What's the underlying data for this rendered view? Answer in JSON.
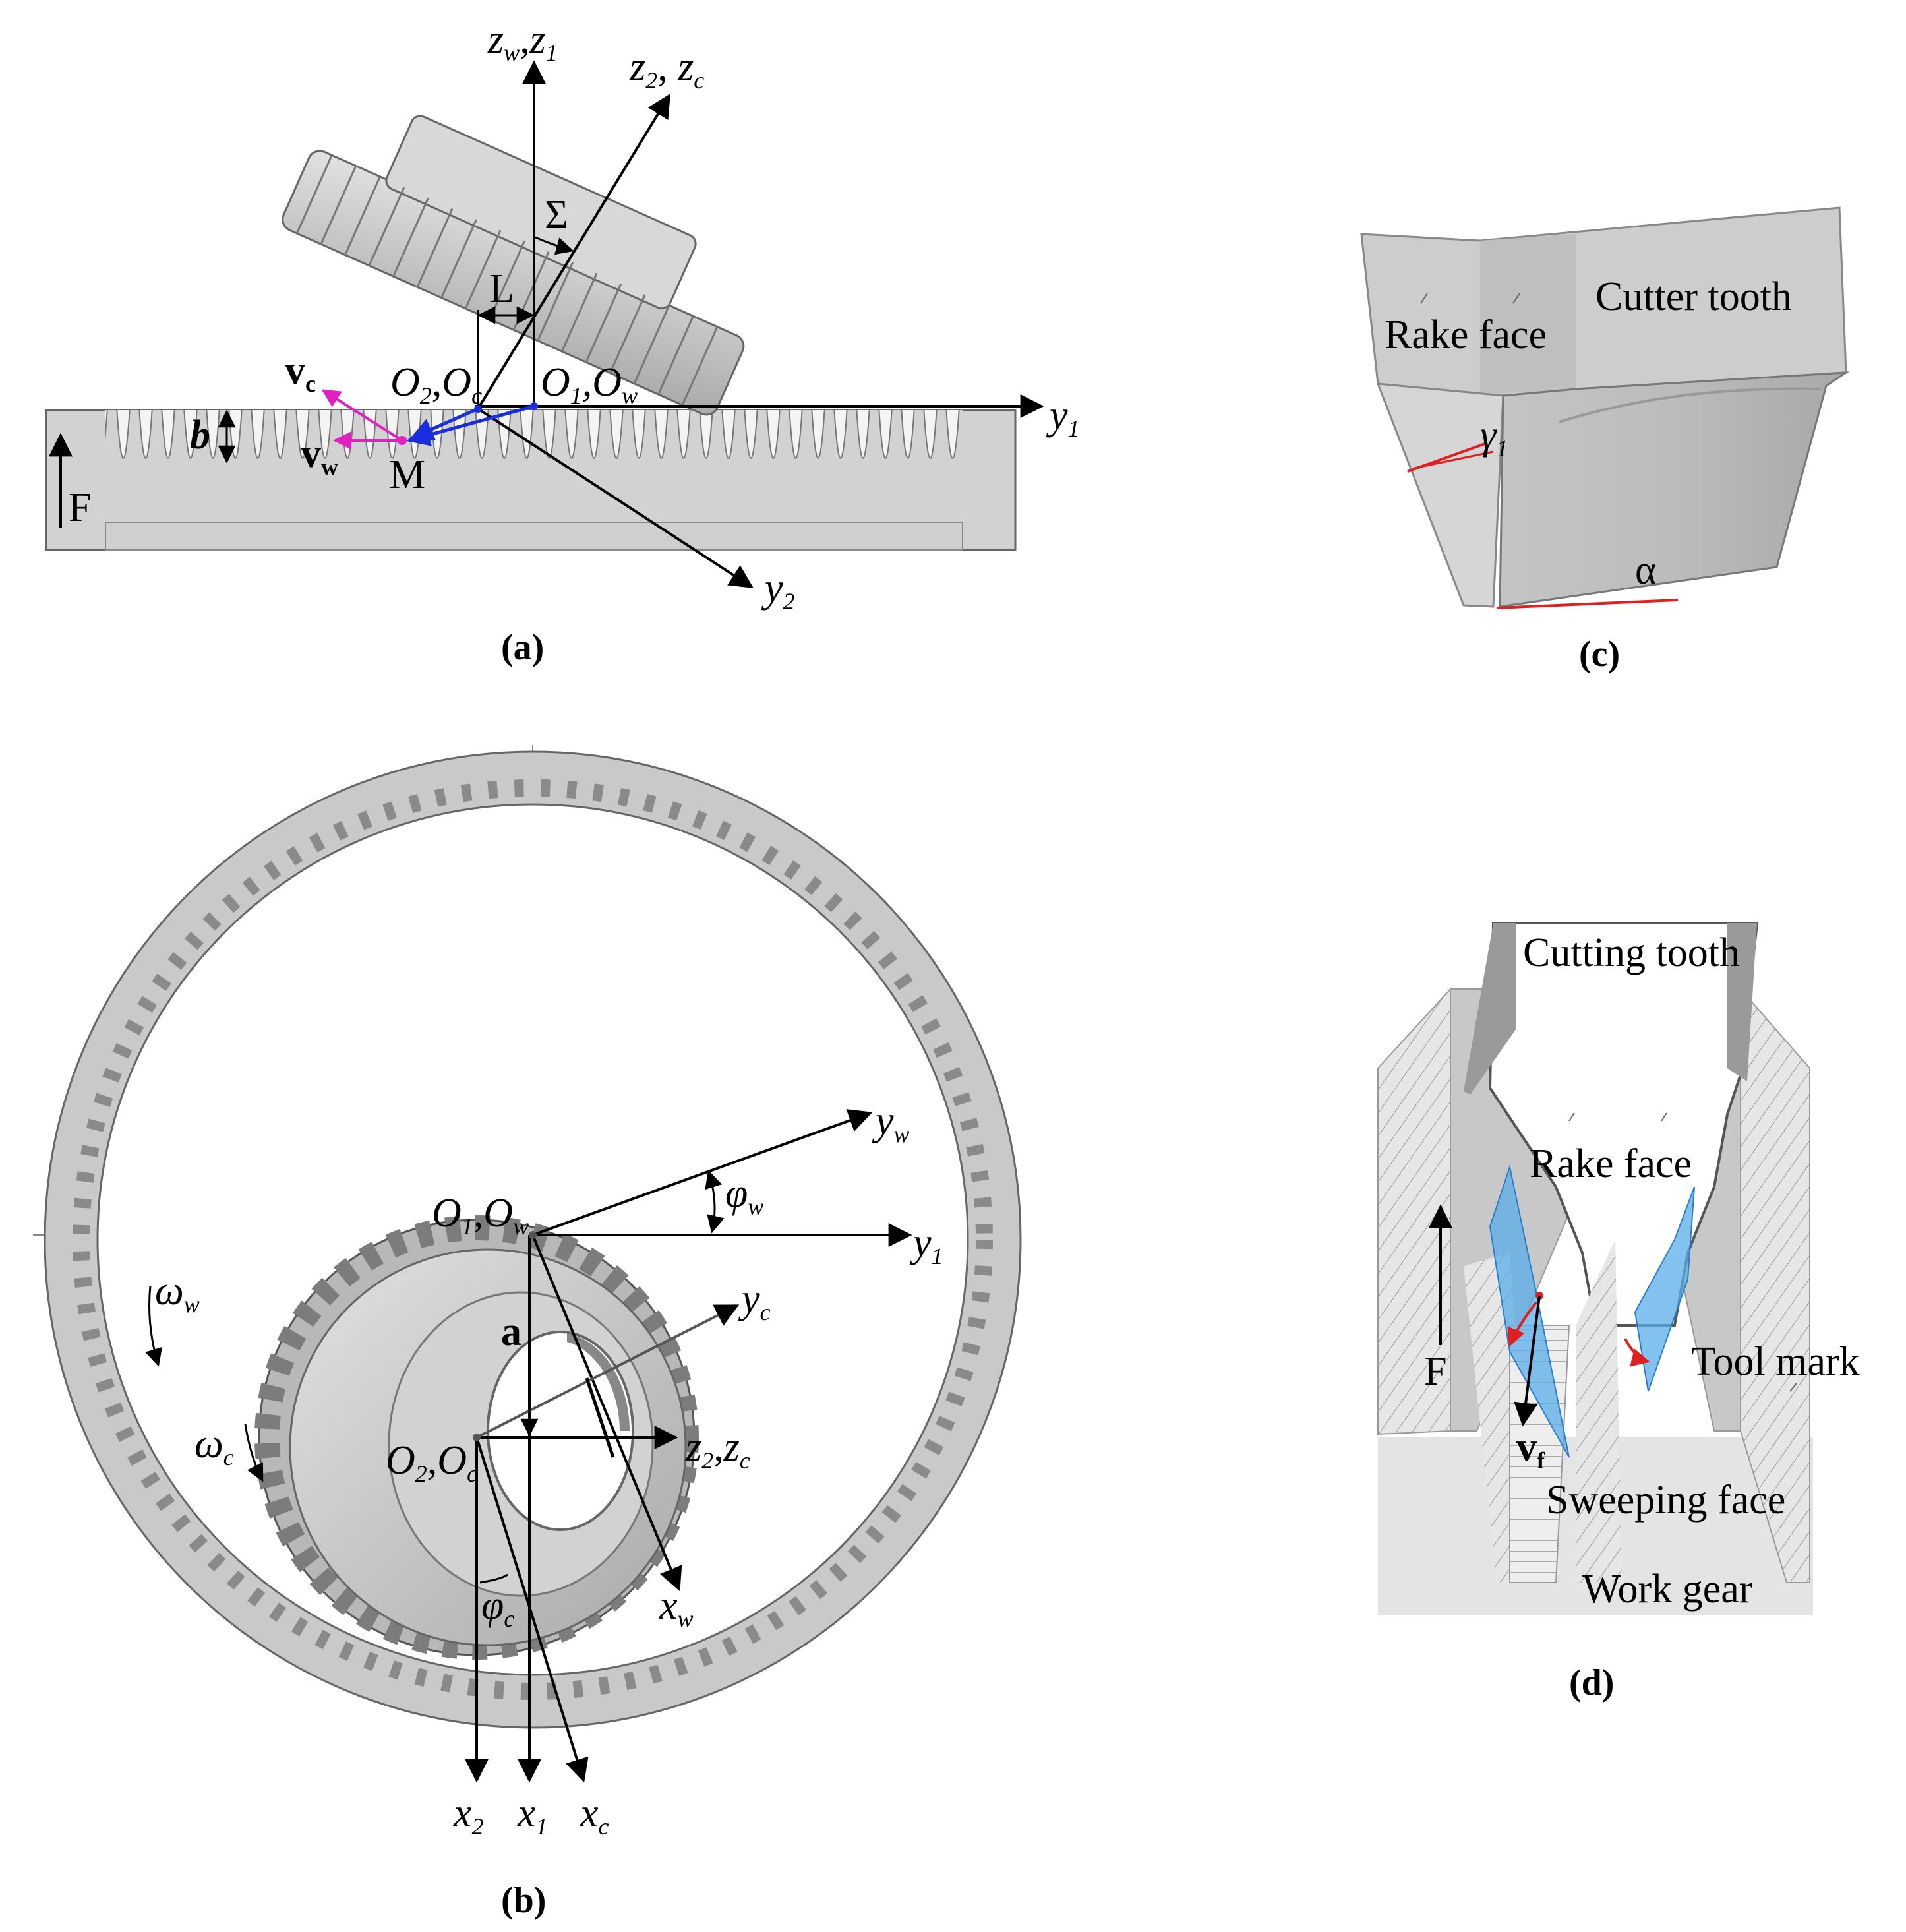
{
  "panel_a": {
    "caption": "(a)",
    "z_top_main": "z",
    "z_top_sub": "w",
    "z_top_main2": "z",
    "z_top_sub2": "1",
    "z2_main": "z",
    "z2_sub": "2",
    "zc_main": "z",
    "zc_sub": "c",
    "sigma": "Σ",
    "L": "L",
    "o2_main": "O",
    "o2_sub": "2",
    "oc_main": "O",
    "oc_sub": "c",
    "o1_main": "O",
    "o1_sub": "1",
    "ow_main": "O",
    "ow_sub": "w",
    "vc_main": "v",
    "vc_sub": "c",
    "vw_main": "v",
    "vw_sub": "w",
    "b": "b",
    "M": "M",
    "F": "F",
    "y1_main": "y",
    "y1_sub": "1",
    "y2_main": "y",
    "y2_sub": "2"
  },
  "panel_b": {
    "caption": "(b)",
    "yw_main": "y",
    "yw_sub": "w",
    "phiw_main": "φ",
    "phiw_sub": "w",
    "o1_main": "O",
    "o1_sub": "1",
    "ow_main": "O",
    "ow_sub": "w",
    "y1_main": "y",
    "y1_sub": "1",
    "omegaw_main": "ω",
    "omegaw_sub": "w",
    "yc_main": "y",
    "yc_sub": "c",
    "a": "a",
    "omegac_main": "ω",
    "omegac_sub": "c",
    "o2_main": "O",
    "o2_sub": "2",
    "oc_main": "O",
    "oc_sub": "c",
    "z2_main": "z",
    "z2_sub": "2",
    "zc_main": "z",
    "zc_sub": "c",
    "xw_main": "x",
    "xw_sub": "w",
    "phic_main": "φ",
    "phic_sub": "c",
    "x2_main": "x",
    "x2_sub": "2",
    "x1_main": "x",
    "x1_sub": "1",
    "xc_main": "x",
    "xc_sub": "c"
  },
  "panel_c": {
    "caption": "(c)",
    "rake_face": "Rake face",
    "cutter_tooth": "Cutter tooth",
    "gamma_main": "γ",
    "gamma_sub": "1",
    "alpha": "α"
  },
  "panel_d": {
    "caption": "(d)",
    "cutting_tooth": "Cutting tooth",
    "rake_face": "Rake face",
    "F": "F",
    "tool_mark": "Tool mark",
    "vf_main": "v",
    "vf_sub": "f",
    "sweeping_face": "Sweeping face",
    "work_gear": "Work gear"
  },
  "colors": {
    "gear_fill": "#c9c9c9",
    "gear_dark": "#8a8a8a",
    "velocity_pink": "#e020c0",
    "velocity_blue": "#1a2ee0",
    "angle_red": "#e02020",
    "sweep_blue": "#5aaee8"
  }
}
